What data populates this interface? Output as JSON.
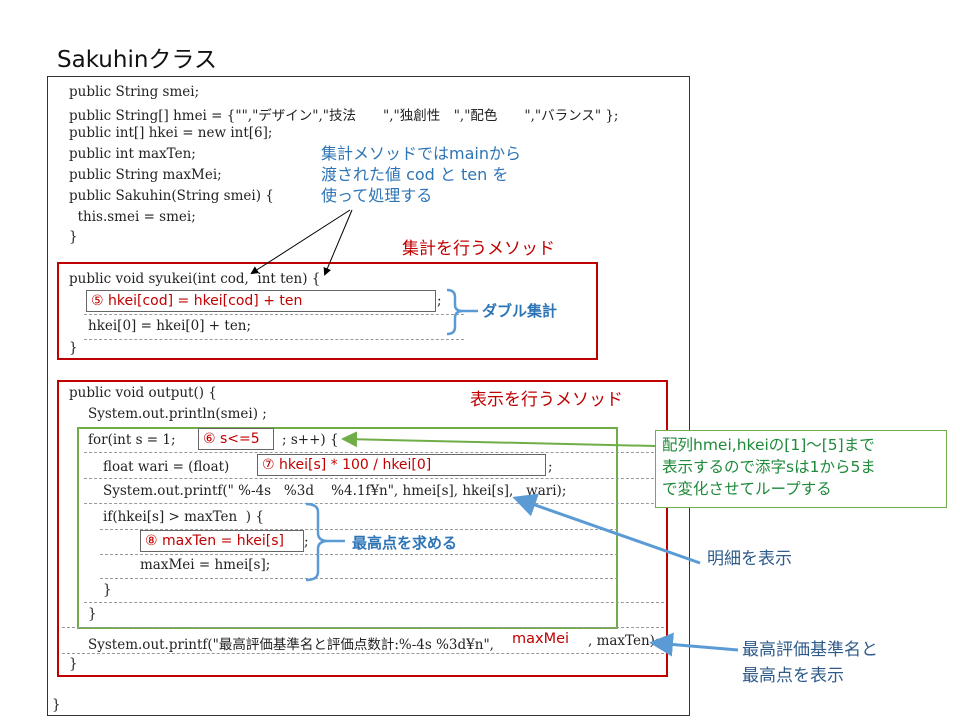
{
  "title": "Sakuhinクラス",
  "code": {
    "l1": "public String smei;",
    "l2": "public String[] hmei = {\"\",\"デザイン\",\"技法　　\",\"独創性　\",\"配色　　\",\"バランス\" };",
    "l3": "public int[] hkei = new int[6];",
    "l4": "public int maxTen;",
    "l5": "public String maxMei;",
    "l6": "public Sakuhin(String smei) {",
    "l7": "  this.smei = smei;",
    "l8": "}",
    "l9": "public void syukei(int cod,  int ten) {",
    "l10_end": ";",
    "l11": "hkei[0] = hkei[0] + ten;",
    "l12": "}",
    "l13": "public void output() {",
    "l14": "System.out.println(smei) ;",
    "l15a": "for(int s = 1;",
    "l15b": "; s++) {",
    "l16a": "float wari = (float)",
    "l16_end": ";",
    "l17": "System.out.printf(\" %-4s   %3d    %4.1f¥n\", hmei[s], hkei[s],   wari);",
    "l18": "if(hkei[s] > maxTen  ) {",
    "l19_end": ";",
    "l20": "maxMei = hmei[s];",
    "l21": "}",
    "l22": "}",
    "l23a": "System.out.printf(\"最高評価基準名と評価点数計:%-4s %3d¥n\",",
    "l23b": ", maxTen);",
    "l24": "}",
    "l25": "}"
  },
  "slots": {
    "s5": "⑤ hkei[cod] = hkei[cod] + ten",
    "s6": "⑥ s<=5",
    "s7": "⑦  hkei[s] * 100 / hkei[0]",
    "s8": "⑧ maxTen = hkei[s]",
    "maxmei": "maxMei"
  },
  "annotations": {
    "cod_ten_note": [
      "集計メソッドではmainから",
      "渡された値 cod と ten を",
      "使って処理する"
    ],
    "syukei_label": "集計を行うメソッド",
    "double_label": "ダブル集計",
    "output_label": "表示を行うメソッド",
    "loop_note": [
      "配列hmei,hkeiの[1]～[5]まで",
      "表示するので添字sは1から5ま",
      "で変化させてループする"
    ],
    "max_label": "最高点を求める",
    "detail_note": "明細を表示",
    "final_note": [
      "最高評価基準名と",
      "最高点を表示"
    ]
  },
  "colors": {
    "red": "#c00000",
    "green": "#70ad47",
    "blue": "#2e75b6",
    "note_blue": "#2e75b6"
  }
}
